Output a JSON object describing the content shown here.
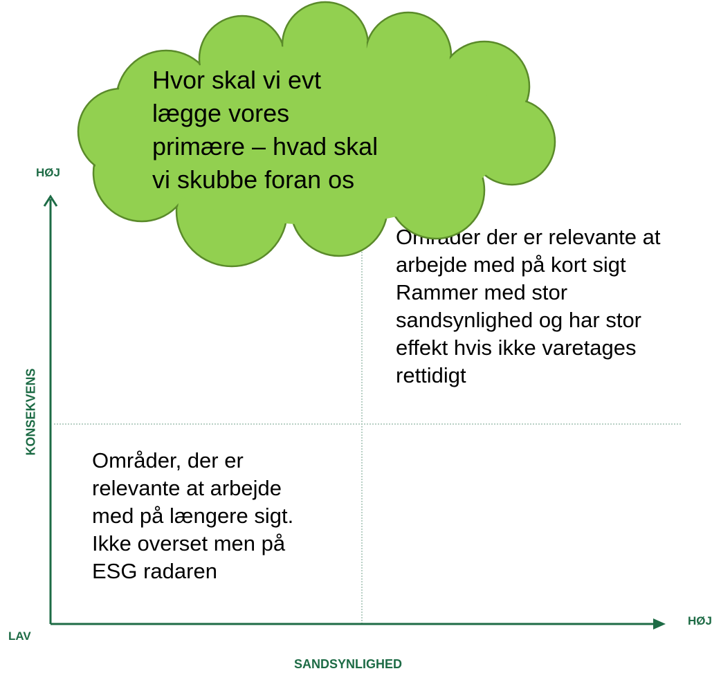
{
  "axes": {
    "x_label": "SANDSYNLIGHED",
    "y_label": "KONSEKVENS",
    "x_high": "HØJ",
    "y_high": "HØJ",
    "low": "LAV",
    "color": "#1d6b45"
  },
  "quadrants": {
    "upper_right": "Områder der er relevante at\narbejde med på kort sigt\nRammer med stor\nsandsynlighed og har stor\neffekt hvis ikke varetages\nrettidigt",
    "lower_left": "Områder, der er\nrelevante at arbejde\nmed på længere  sigt.\nIkke overset men på\nESG radaren"
  },
  "callout": {
    "text": "Hvor skal vi evt\nlægge vores\nprimære – hvad skal\nvi skubbe foran os",
    "fill": "#92d050",
    "stroke": "#5a8a2a"
  }
}
